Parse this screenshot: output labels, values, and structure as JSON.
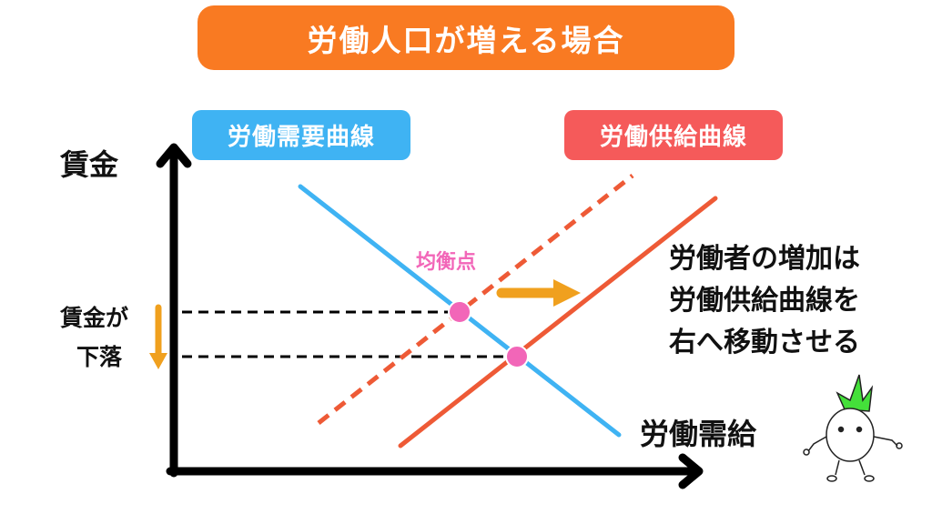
{
  "title": "労働人口が増える場合",
  "labels": {
    "demand_curve": "労働需要曲線",
    "supply_curve": "労働供給曲線",
    "y_axis": "賃金",
    "x_axis": "労働需給",
    "equilibrium": "均衡点",
    "wage_fall_line1": "賃金が",
    "wage_fall_line2": "下落"
  },
  "note": {
    "line1": "労働者の増加は",
    "line2": "労働供給曲線を",
    "line3": "右へ移動させる"
  },
  "colors": {
    "title_bg": "#f97a22",
    "demand": "#3fb3f3",
    "supply": "#f55a5a",
    "supply_line": "#ee5a36",
    "equilibrium": "#f266b8",
    "arrow": "#f0a01e",
    "mascot_leaf": "#44e03a"
  },
  "chart_data": {
    "type": "line",
    "title": "労働人口が増える場合",
    "xlabel": "労働需給",
    "ylabel": "賃金",
    "series": [
      {
        "name": "労働需要曲線",
        "style": "solid",
        "color": "#3fb3f3",
        "points": [
          [
            330,
            205
          ],
          [
            680,
            478
          ]
        ]
      },
      {
        "name": "労働供給曲線 (before)",
        "style": "dashed",
        "color": "#ee5a36",
        "points": [
          [
            350,
            465
          ],
          [
            695,
            193
          ]
        ]
      },
      {
        "name": "労働供給曲線 (after)",
        "style": "solid",
        "color": "#ee5a36",
        "points": [
          [
            440,
            490
          ],
          [
            786,
            218
          ]
        ]
      }
    ],
    "equilibrium_points": [
      {
        "label": "均衡点 (before)",
        "x": 505,
        "y": 343
      },
      {
        "label": "均衡点 (after)",
        "x": 568,
        "y": 392
      }
    ],
    "annotations": [
      "均衡点",
      "賃金が下落",
      "労働者の増加は労働供給曲線を右へ移動させる"
    ],
    "grid": false
  }
}
